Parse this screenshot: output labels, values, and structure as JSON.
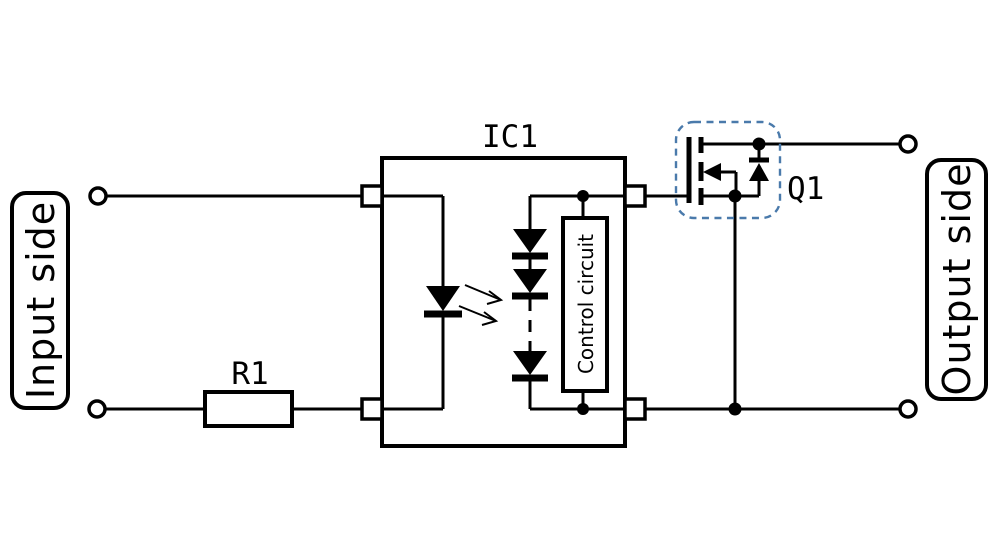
{
  "labels": {
    "input_side": "Input side",
    "output_side": "Output side",
    "ic1": "IC1",
    "r1": "R1",
    "q1": "Q1",
    "control_circuit": "Control circuit"
  },
  "colors": {
    "line": "#000000",
    "background": "#ffffff",
    "mosfet_outline_dashed": "#4a7aab"
  },
  "diagram": {
    "type": "photorelay-application-circuit-schematic",
    "terminal_count": 4
  }
}
